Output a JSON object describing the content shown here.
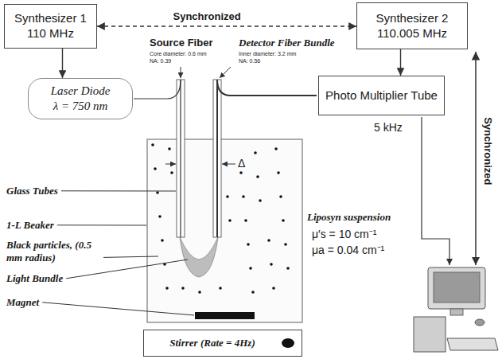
{
  "diagram": {
    "nodes": [
      {
        "text": [
          "Synthesizer 1",
          "110 MHz"
        ]
      },
      {
        "text": [
          "Synthesizer 2",
          "110.005 MHz"
        ]
      },
      {
        "text": [
          "Laser Diode",
          "λ = 750 nm"
        ]
      },
      {
        "text": [
          "Photo Multiplier Tube"
        ]
      },
      {
        "text": [
          "Stirrer (Rate = 4Hz)"
        ]
      }
    ],
    "edges": [
      {
        "from": 0,
        "to": 1,
        "arrow": "both",
        "label": "Synchronized"
      },
      {
        "from": 0,
        "to": 2,
        "arrow": "to"
      },
      {
        "from": 1,
        "to": 3,
        "arrow": "to"
      }
    ],
    "labels": [
      "Source Fiber",
      "Core diameter: 0.6 mm",
      "NA: 0.39",
      "Detector Fiber Bundle",
      "Inner diameter: 3.2 mm",
      "NA: 0.56",
      "Synchronized",
      "5 kHz",
      "Δ",
      "Glass Tubes",
      "1-L Beaker",
      "Black particles, (0.5 mm radius)",
      "Light Bundle",
      "Magnet",
      "Liposyn suspension",
      "μ′s = 10 cm⁻¹",
      "μa = 0.04 cm⁻¹"
    ]
  }
}
